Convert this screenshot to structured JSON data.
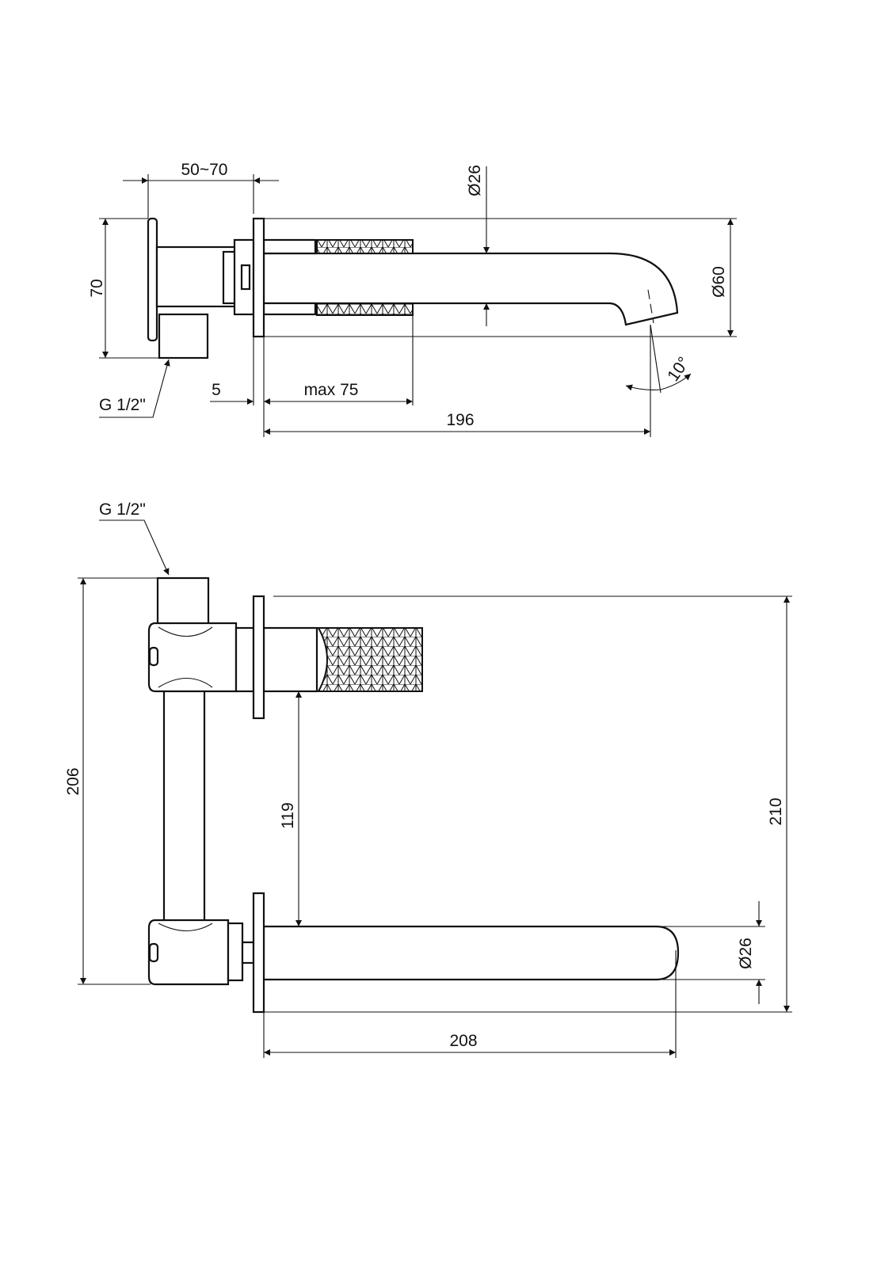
{
  "top_view": {
    "dim_mount_depth": "50~70",
    "dim_height": "70",
    "thread_label": "G 1/2\"",
    "dim_spout_diameter": "Ø26",
    "dim_flange_diameter": "Ø60",
    "dim_angle": "10°",
    "dim_flange_thickness": "5",
    "dim_handle_length": "max 75",
    "dim_spout_reach": "196"
  },
  "front_view": {
    "thread_label": "G 1/2\"",
    "dim_total_height_body": "206",
    "dim_axis_distance": "119",
    "dim_total_height": "210",
    "dim_spout_diameter": "Ø26",
    "dim_spout_length": "208"
  },
  "colors": {
    "line": "#111111",
    "background": "#ffffff"
  }
}
